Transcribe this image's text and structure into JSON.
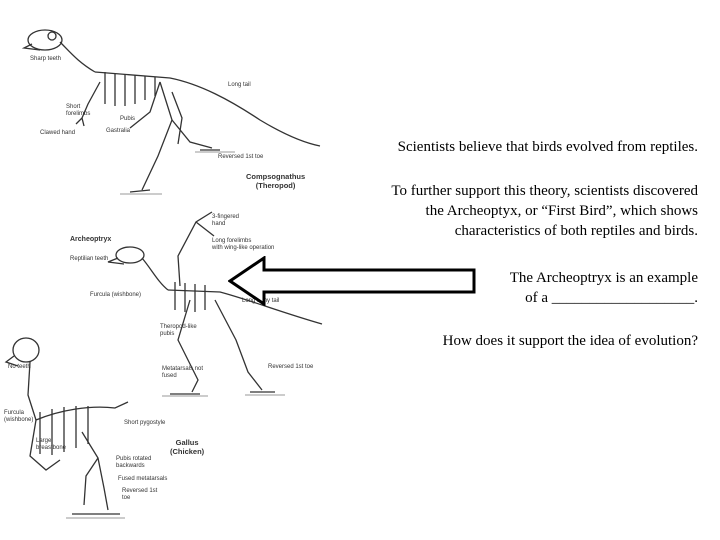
{
  "compsognathus": {
    "labels": {
      "sharp_teeth": "Sharp teeth",
      "long_tail": "Long tail",
      "short_forelimbs": "Short\nforelimbs",
      "pubis": "Pubis",
      "gastralia": "Gastralia",
      "clawed_hand": "Clawed hand",
      "reversed_toe": "Reversed 1st toe",
      "name": "Compsognathus\n(Theropod)"
    }
  },
  "archaeopteryx": {
    "labels": {
      "title": "Archeoptryx",
      "hand": "3-fingered\nhand",
      "long_forelimbs": "Long forelimbs\nwith wing-like operation",
      "reptilian_teeth": "Reptilian teeth",
      "furcula": "Furcula (wishbone)",
      "long_bony_tail": "Long bony tail",
      "theropod_pubis": "Theropod-like\npubis",
      "metatarsals": "Metatarsals not\nfused",
      "reversed_toe": "Reversed 1st toe"
    }
  },
  "gallus": {
    "labels": {
      "no_teeth": "No teeth",
      "furcula": "Furcula\n(wishbone)",
      "large_breastbone": "Large\nbreastbone",
      "short_pygostyle": "Short pygostyle",
      "pubis_rotated": "Pubis rotated\nbackwards",
      "fused_metatarsals": "Fused metatarsals",
      "reversed_toe": "Reversed 1st\ntoe",
      "name": "Gallus\n(Chicken)"
    }
  },
  "text": {
    "p1": "Scientists believe that birds evolved from reptiles.",
    "p2_l1": "To further support this theory, scientists discovered",
    "p2_l2": "the Archeoptyx, or “First Bird”, which shows",
    "p2_l3": "characteristics of both reptiles and birds.",
    "p3_l1": "The Archeoptryx is an example",
    "p3_l2": "of a ___________________.",
    "p4": "How does it support the idea of evolution?"
  }
}
